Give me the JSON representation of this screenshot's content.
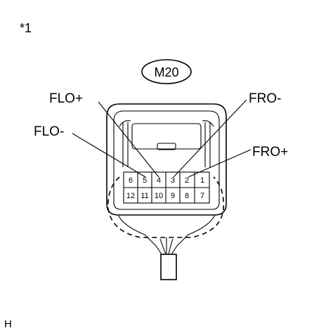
{
  "figure_note": "*1",
  "corner_code": "H",
  "connector": {
    "name": "M20",
    "top_row": [
      "6",
      "5",
      "4",
      "3",
      "2",
      "1"
    ],
    "bottom_row": [
      "12",
      "11",
      "10",
      "9",
      "8",
      "7"
    ]
  },
  "callouts": {
    "flo_plus": "FLO+",
    "flo_minus": "FLO-",
    "fro_minus": "FRO-",
    "fro_plus": "FRO+"
  }
}
